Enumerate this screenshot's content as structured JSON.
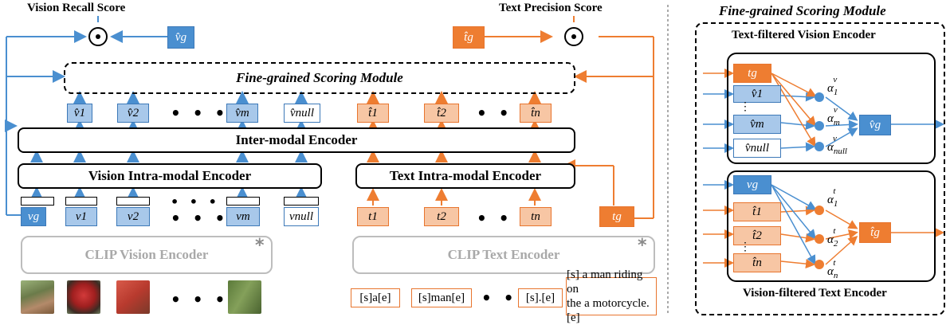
{
  "left": {
    "vision_score": "Vision Recall Score",
    "text_score": "Text Precision Score",
    "fgsm": "Fine-grained Scoring Module",
    "inter": "Inter-modal Encoder",
    "vis_intra": "Vision Intra-modal Encoder",
    "txt_intra": "Text Intra-modal Encoder",
    "clip_vis": "CLIP Vision Encoder",
    "clip_txt": "CLIP Text Encoder",
    "star": "*",
    "ellipsis": "• • •",
    "vg_hat": "v̂g",
    "tg_hat": "t̂g",
    "vision_out": [
      "v̂1",
      "v̂2",
      "v̂m",
      "v̂null"
    ],
    "text_out": [
      "t̂1",
      "t̂2",
      "t̂n"
    ],
    "vision_in": [
      "vg",
      "v1",
      "v2",
      "vm",
      "vnull"
    ],
    "text_in": [
      "t1",
      "t2",
      "tn",
      "tg"
    ],
    "captions": [
      "[s]a[e]",
      "[s]man[e]",
      "[s].[e]"
    ],
    "caption_full": [
      "[s] a man riding on",
      "the a motorcycle. [e]"
    ]
  },
  "right": {
    "title": "Fine-grained Scoring Module",
    "tfve": "Text-filtered Vision Encoder",
    "vfte": "Vision-filtered Text Encoder",
    "top_tokens": [
      "tg",
      "v̂1",
      "v̂m",
      "v̂null"
    ],
    "top_out": "v̂g",
    "bot_tokens": [
      "vg",
      "t̂1",
      "t̂2",
      "t̂n"
    ],
    "bot_out": "t̂g",
    "vdots": "⋮",
    "alpha": "α",
    "alpha_v_sub": [
      "1",
      "m",
      "null"
    ],
    "alpha_v_sup": "v",
    "alpha_t_sub": [
      "1",
      "2",
      "n"
    ],
    "alpha_t_sup": "t"
  },
  "colors": {
    "blue": "#4a8fd0",
    "blue_light": "#a8c8ea",
    "orange": "#ee7d31",
    "orange_light": "#f7c6a4"
  }
}
